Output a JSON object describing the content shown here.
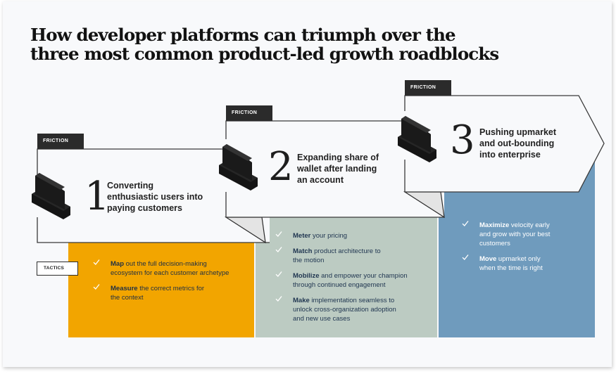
{
  "title": {
    "line1": "How developer platforms can triumph over the",
    "line2": "three most common product-led growth roadblocks"
  },
  "colors": {
    "orange": "#f2a500",
    "green": "#bccbc2",
    "blue": "#6f9bbd",
    "dark": "#2b2b2b",
    "background": "#f8f9fb"
  },
  "frictions": [
    {
      "tag": "FRICTION",
      "number": "1",
      "text": [
        "Converting",
        "enthusiastic users into",
        "paying customers"
      ],
      "icon": "barrier-icon"
    },
    {
      "tag": "FRICTION",
      "number": "2",
      "text": [
        "Expanding share of",
        "wallet after landing",
        "an account"
      ],
      "icon": "barrier-icon"
    },
    {
      "tag": "FRICTION",
      "number": "3",
      "text": [
        "Pushing upmarket",
        "and out-bounding",
        "into enterprise"
      ],
      "icon": "barrier-icon"
    }
  ],
  "tactics_label": "TACTICS",
  "tactics": [
    {
      "panel_color": "orange",
      "items": [
        {
          "bold": "Map",
          "rest": " out the full decision-making",
          "line2": "ecosystem for each customer archetype",
          "line3": ""
        },
        {
          "bold": "Measure",
          "rest": " the correct metrics for",
          "line2": "the context",
          "line3": ""
        }
      ]
    },
    {
      "panel_color": "green",
      "items": [
        {
          "bold": "Meter",
          "rest": " your pricing",
          "line2": "",
          "line3": ""
        },
        {
          "bold": "Match",
          "rest": " product architecture to",
          "line2": "the motion",
          "line3": ""
        },
        {
          "bold": "Mobilize",
          "rest": " and empower your champion",
          "line2": "through continued engagement",
          "line3": ""
        },
        {
          "bold": "Make",
          "rest": " implementation seamless to",
          "line2": "unlock cross-organization adoption",
          "line3": "and new use cases"
        }
      ]
    },
    {
      "panel_color": "blue",
      "items": [
        {
          "bold": "Maximize",
          "rest": " velocity early",
          "line2": "and grow with your best",
          "line3": "customers"
        },
        {
          "bold": "Move",
          "rest": " upmarket only",
          "line2": "when the time is right",
          "line3": ""
        }
      ]
    }
  ]
}
